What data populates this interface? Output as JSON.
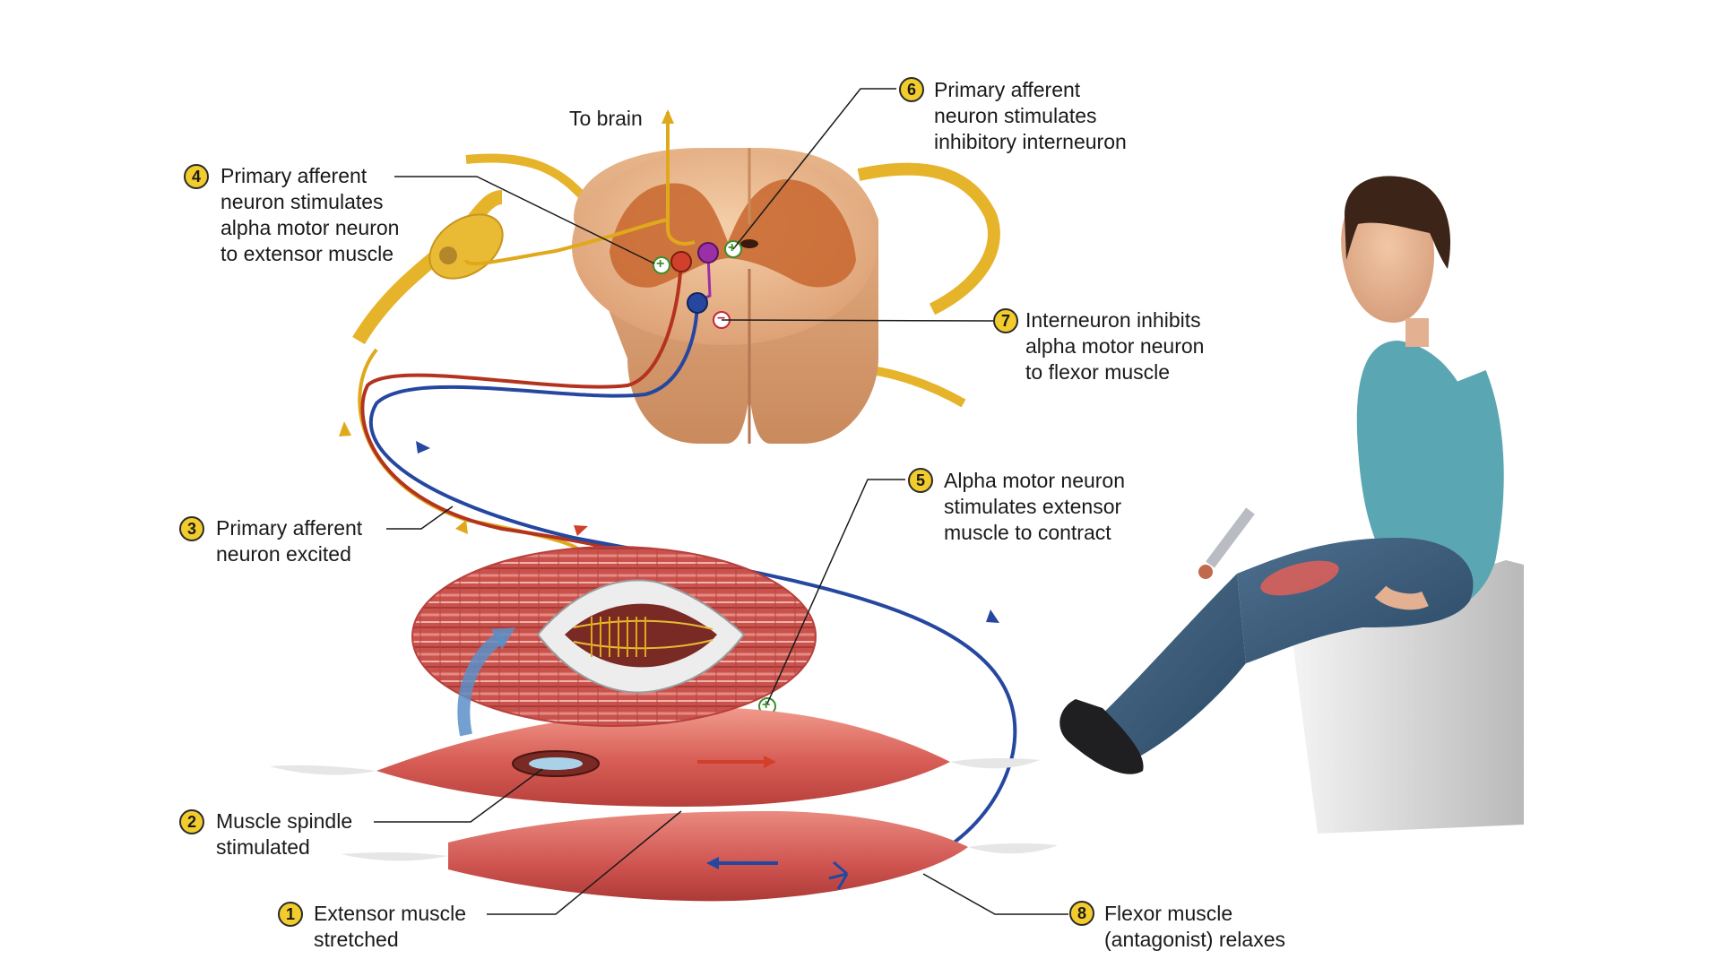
{
  "to_brain": "To brain",
  "steps": [
    {
      "number": "1",
      "lines": [
        "Extensor muscle",
        "stretched"
      ]
    },
    {
      "number": "2",
      "lines": [
        "Muscle spindle",
        "stimulated"
      ]
    },
    {
      "number": "3",
      "lines": [
        "Primary afferent",
        "neuron excited"
      ]
    },
    {
      "number": "4",
      "lines": [
        "Primary afferent",
        "neuron stimulates",
        "alpha motor neuron",
        "to extensor muscle"
      ]
    },
    {
      "number": "5",
      "lines": [
        "Alpha motor neuron",
        "stimulates extensor",
        "muscle to contract"
      ]
    },
    {
      "number": "6",
      "lines": [
        "Primary afferent",
        "neuron stimulates",
        "inhibitory interneuron"
      ]
    },
    {
      "number": "7",
      "lines": [
        "Interneuron inhibits",
        "alpha motor neuron",
        "to flexor muscle"
      ]
    },
    {
      "number": "8",
      "lines": [
        "Flexor muscle",
        "(antagonist) relaxes"
      ]
    }
  ],
  "synapse_signs": {
    "excitatory": "+",
    "inhibitory": "−"
  },
  "colors": {
    "afferent": "#e0a91c",
    "motor_extensor": "#b3331f",
    "motor_flexor": "#2547a0",
    "interneuron": "#9b2fa6",
    "spinal_white_matter": "#eab88e",
    "spinal_gray_matter": "#c8662e",
    "muscle": "#d9605a",
    "badge": "#f2cc2c"
  }
}
